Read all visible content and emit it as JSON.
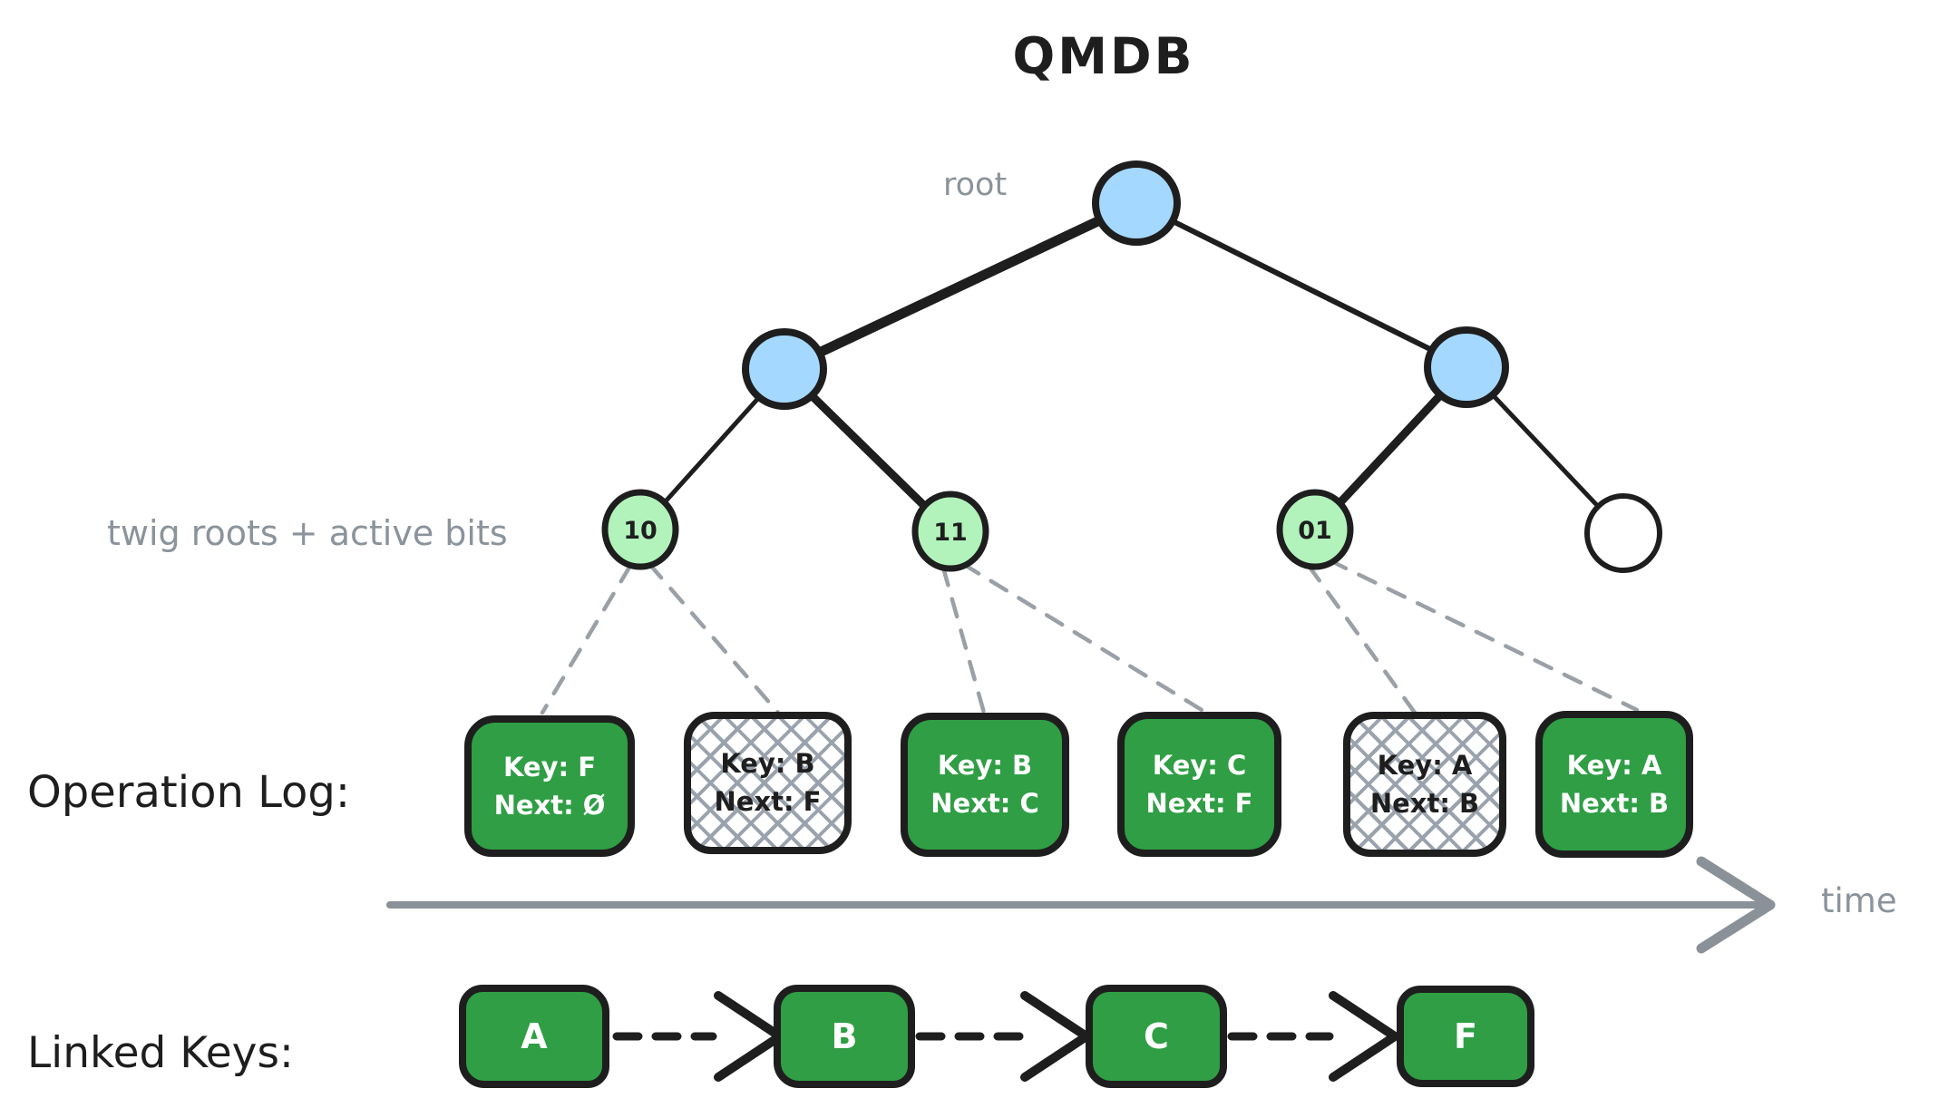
{
  "title": "QMDB",
  "colors": {
    "node-blue": "#a5d8ff",
    "twig-green": "#b2f2bb",
    "box-green": "#2f9e44",
    "stroke-dark": "#1e1e1e",
    "label-gray": "#8b939b",
    "connector-gray": "#9aa0a6",
    "axis-gray": "#8a9199",
    "hatch-gray": "#9aa3ad"
  },
  "tree": {
    "root_label": "root",
    "twig_label": "twig roots + active bits",
    "twigs": [
      "10",
      "11",
      "01"
    ]
  },
  "operation_log": {
    "label": "Operation Log:",
    "axis_label": "time",
    "entries": [
      {
        "key": "Key: F",
        "next": "Next: Ø",
        "state": "active"
      },
      {
        "key": "Key: B",
        "next": "Next: F",
        "state": "stale"
      },
      {
        "key": "Key: B",
        "next": "Next: C",
        "state": "active"
      },
      {
        "key": "Key: C",
        "next": "Next: F",
        "state": "active"
      },
      {
        "key": "Key: A",
        "next": "Next: B",
        "state": "stale"
      },
      {
        "key": "Key: A",
        "next": "Next: B",
        "state": "active"
      }
    ]
  },
  "linked_keys": {
    "label": "Linked Keys:",
    "keys": [
      "A",
      "B",
      "C",
      "F"
    ]
  }
}
